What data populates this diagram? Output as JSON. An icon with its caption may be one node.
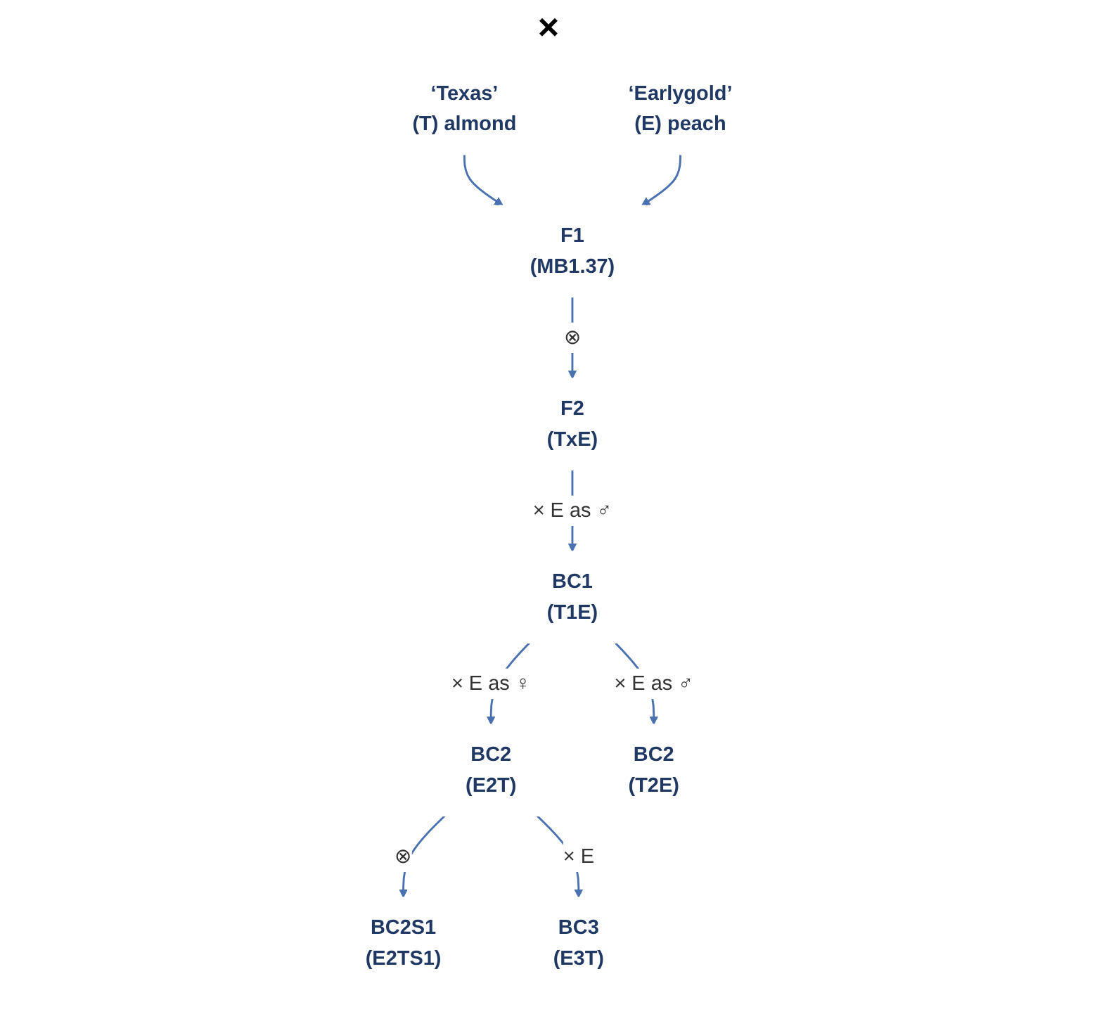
{
  "diagram": {
    "nodes": [
      {
        "text": [
          "‘Texas’",
          "(T) almond"
        ]
      },
      {
        "text": [
          "‘Earlygold’",
          "(E) peach"
        ]
      },
      {
        "text": [
          "F1",
          "(MB1.37)"
        ]
      },
      {
        "text": [
          "F2",
          "(TxE)"
        ]
      },
      {
        "text": [
          "BC1",
          "(T1E)"
        ]
      },
      {
        "text": [
          "BC2",
          "(E2T)"
        ]
      },
      {
        "text": [
          "BC2",
          "(T2E)"
        ]
      },
      {
        "text": [
          "BC2S1",
          "(E2TS1)"
        ]
      },
      {
        "text": [
          "BC3",
          "(E3T)"
        ]
      }
    ],
    "edges": [
      {
        "from": 0,
        "to": 2,
        "arrow": "to"
      },
      {
        "from": 1,
        "to": 2,
        "arrow": "to"
      },
      {
        "from": 2,
        "to": 3,
        "arrow": "to",
        "label": "⊗"
      },
      {
        "from": 3,
        "to": 4,
        "arrow": "to",
        "label": "× E as ♂"
      },
      {
        "from": 4,
        "to": 5,
        "arrow": "to",
        "label": "× E as ♀"
      },
      {
        "from": 4,
        "to": 6,
        "arrow": "to",
        "label": "× E as ♂"
      },
      {
        "from": 5,
        "to": 7,
        "arrow": "to",
        "label": "⊗"
      },
      {
        "from": 5,
        "to": 8,
        "arrow": "to",
        "label": "× E"
      }
    ],
    "labels": [
      "×"
    ]
  }
}
